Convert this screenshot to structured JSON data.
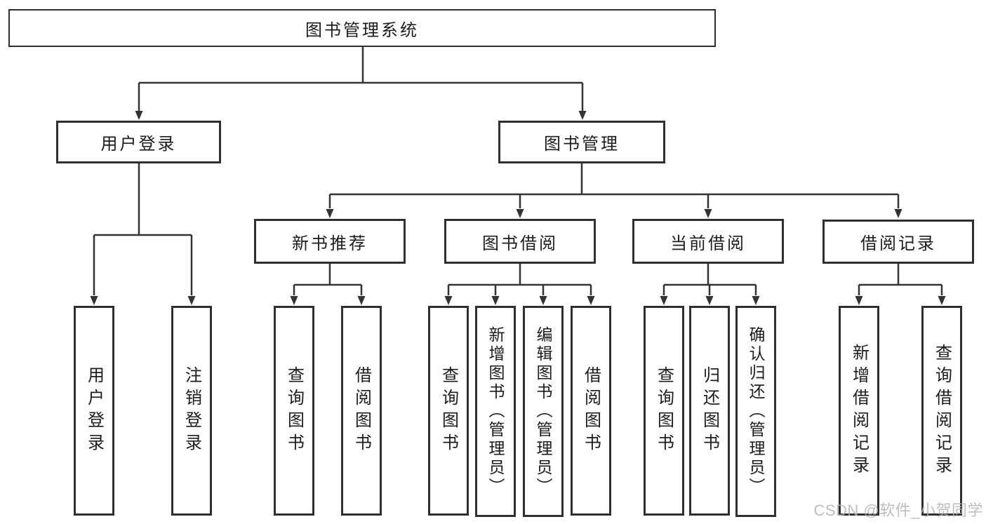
{
  "tree": {
    "root": {
      "label": "图书管理系统"
    },
    "branches": [
      {
        "label": "用户登录",
        "children": [
          {
            "label": "用户登录"
          },
          {
            "label": "注销登录"
          }
        ]
      },
      {
        "label": "图书管理",
        "children": [
          {
            "label": "新书推荐",
            "children": [
              {
                "label": "查询图书"
              },
              {
                "label": "借阅图书"
              }
            ]
          },
          {
            "label": "图书借阅",
            "children": [
              {
                "label": "查询图书"
              },
              {
                "label": "新增图书（管理员）"
              },
              {
                "label": "编辑图书（管理员）"
              },
              {
                "label": "借阅图书"
              }
            ]
          },
          {
            "label": "当前借阅",
            "children": [
              {
                "label": "查询图书"
              },
              {
                "label": "归还图书"
              },
              {
                "label": "确认归还（管理员）"
              }
            ]
          },
          {
            "label": "借阅记录",
            "children": [
              {
                "label": "新增借阅记录"
              },
              {
                "label": "查询借阅记录"
              }
            ]
          }
        ]
      }
    ]
  },
  "watermark": {
    "text": "CSDN @软件_小贺同学"
  },
  "colors": {
    "line": "#333333",
    "border": "#2f2f2f",
    "text": "#1c1c1c",
    "watermark": "#b3b3b3"
  }
}
